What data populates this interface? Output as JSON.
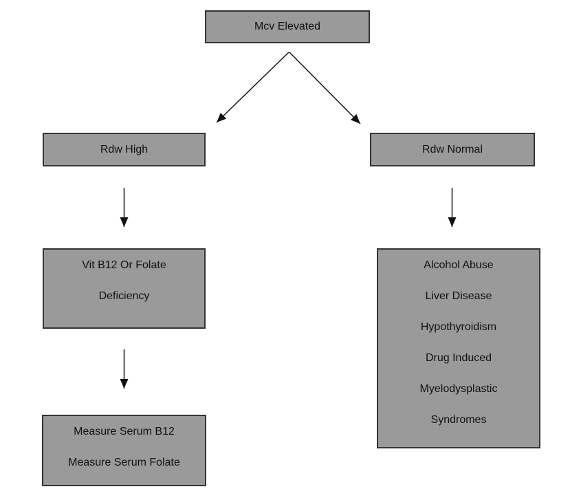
{
  "diagram": {
    "type": "flowchart",
    "colors": {
      "background": "#ffffff",
      "box_fill": "#9a9a9a",
      "box_border": "#333333",
      "text_color": "#111111",
      "arrow_color": "#111111"
    },
    "nodes": {
      "mcv_elevated": {
        "label": "Mcv Elevated"
      },
      "rdw_high": {
        "label": "Rdw High"
      },
      "rdw_normal": {
        "label": "Rdw Normal"
      },
      "b12_folate_deficiency": {
        "lines": [
          "Vit B12 Or Folate",
          "Deficiency"
        ]
      },
      "measure_serum": {
        "lines": [
          "Measure Serum B12",
          "Measure Serum Folate"
        ]
      },
      "rdw_normal_causes": {
        "lines": [
          "Alcohol Abuse",
          "Liver Disease",
          "Hypothyroidism",
          "Drug Induced",
          "Myelodysplastic",
          "Syndromes"
        ]
      }
    },
    "edges": [
      {
        "from": "mcv_elevated",
        "to": "rdw_high"
      },
      {
        "from": "mcv_elevated",
        "to": "rdw_normal"
      },
      {
        "from": "rdw_high",
        "to": "b12_folate_deficiency"
      },
      {
        "from": "b12_folate_deficiency",
        "to": "measure_serum"
      },
      {
        "from": "rdw_normal",
        "to": "rdw_normal_causes"
      }
    ]
  }
}
